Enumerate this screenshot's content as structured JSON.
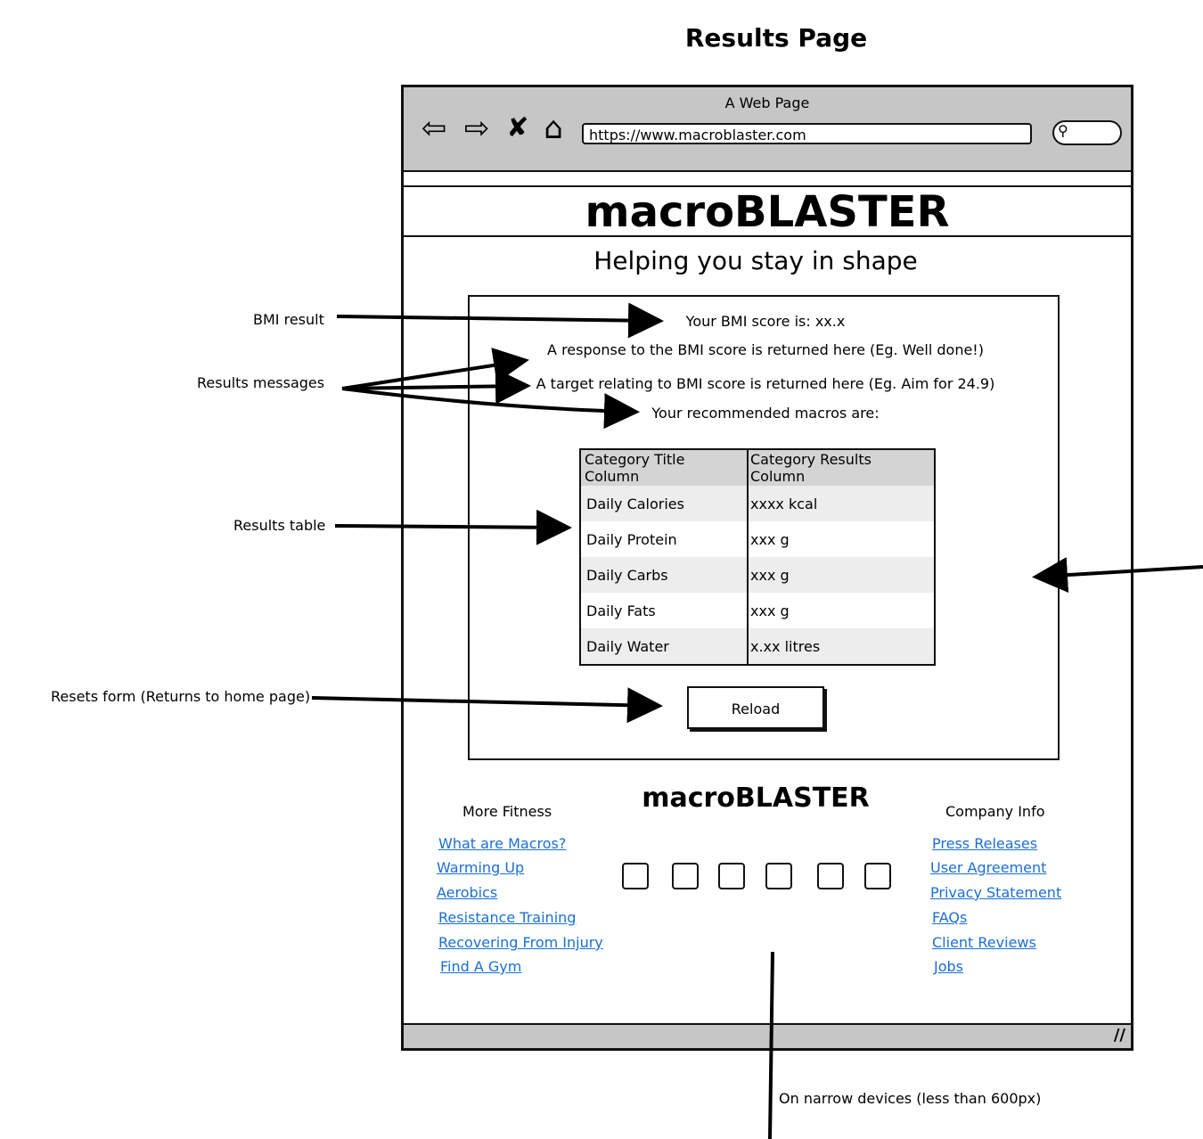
{
  "page_title": "Results Page",
  "browser": {
    "window_title": "A Web Page",
    "url": "https://www.macroblaster.com",
    "icons": [
      "back-arrow-icon",
      "forward-arrow-icon",
      "close-x-icon",
      "home-icon",
      "search-icon"
    ]
  },
  "site": {
    "brand": "macroBLASTER",
    "tagline": "Helping you stay in shape"
  },
  "results": {
    "bmi": "Your BMI score is: xx.x",
    "response": "A response to the BMI score is returned here (Eg. Well done!)",
    "target": "A target relating to BMI score is returned here (Eg. Aim for 24.9)",
    "macros_intro": "Your recommended macros are:",
    "table": {
      "headers": [
        "Category Title Column",
        "Category Results Column"
      ],
      "rows": [
        [
          "Daily Calories",
          "xxxx kcal"
        ],
        [
          "Daily Protein",
          "xxx g"
        ],
        [
          "Daily Carbs",
          "xxx g"
        ],
        [
          "Daily Fats",
          "xxx g"
        ],
        [
          "Daily Water",
          "x.xx litres"
        ]
      ]
    },
    "reload_label": "Reload"
  },
  "footer": {
    "brand": "macroBLASTER",
    "left_heading": "More Fitness",
    "left_links": [
      "What are Macros?",
      "Warming Up",
      "Aerobics",
      "Resistance Training",
      "Recovering From Injury",
      "Find A Gym"
    ],
    "right_heading": "Company Info",
    "right_links": [
      "Press Releases",
      "User Agreement",
      "Privacy Statement",
      "FAQs",
      "Client Reviews",
      "Jobs"
    ],
    "social_count": 6
  },
  "annotations": {
    "bmi_result": "BMI result",
    "results_messages": "Results messages",
    "results_table": "Results table",
    "resets_form": "Resets form (Returns to home page)",
    "narrow_devices": "On narrow devices (less than 600px)"
  }
}
